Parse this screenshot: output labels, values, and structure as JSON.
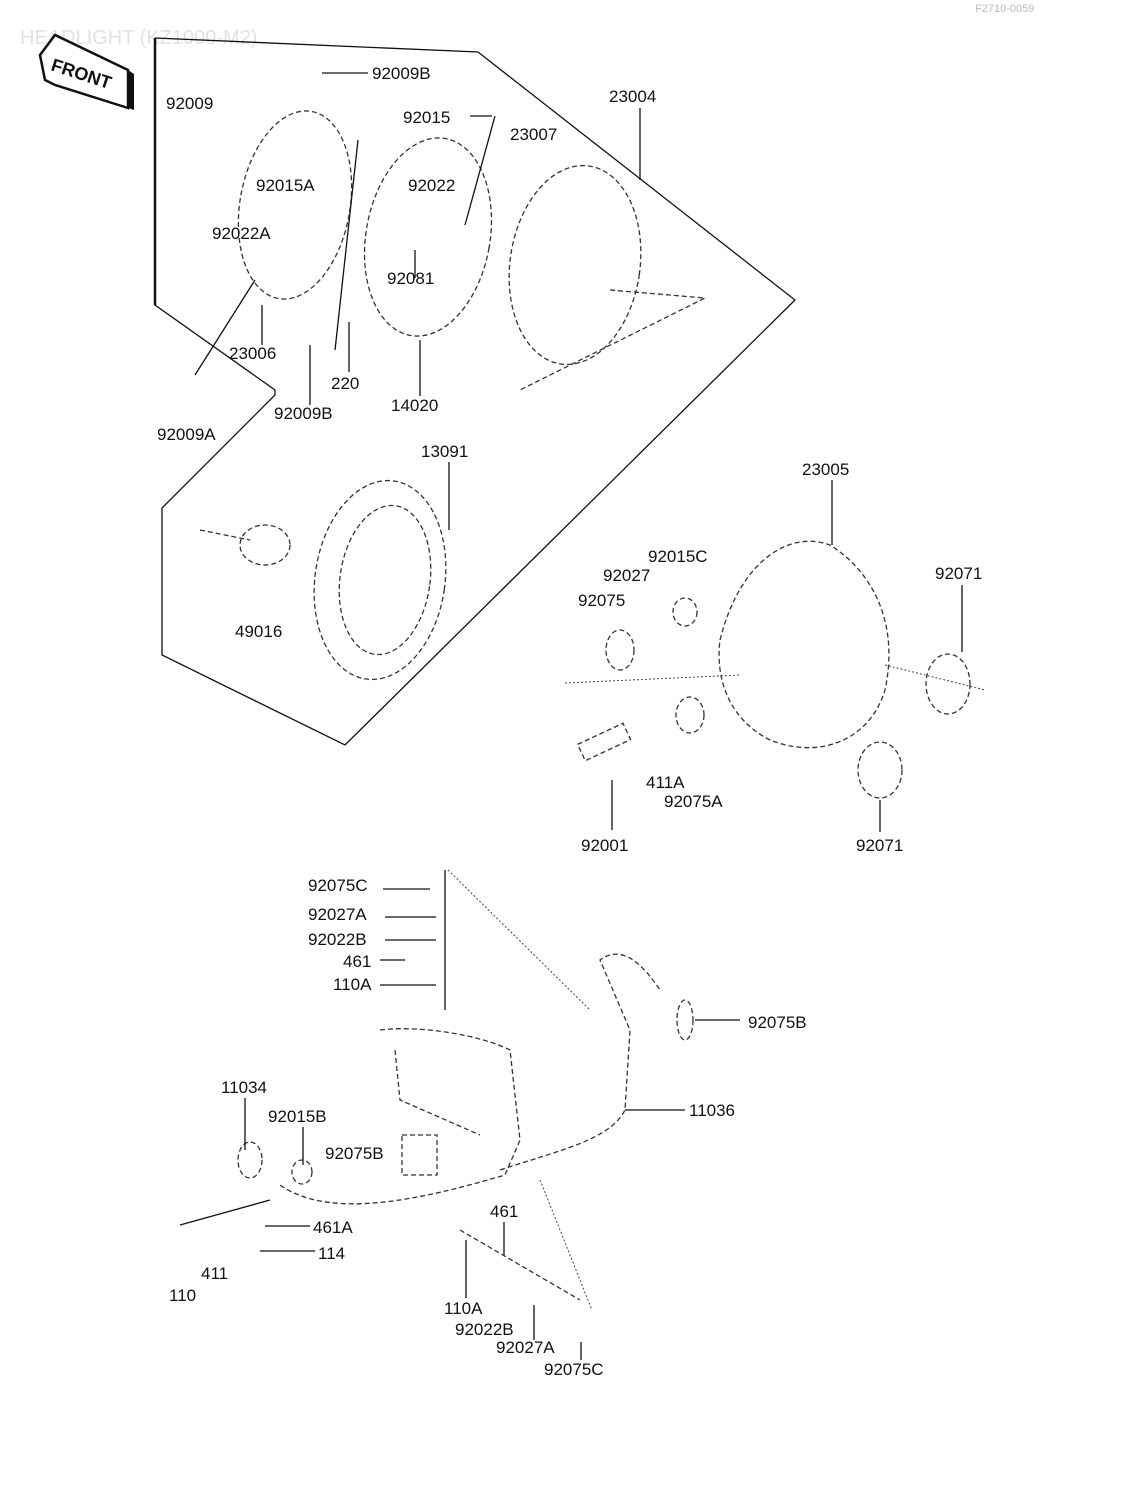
{
  "header": {
    "title": "HEADLIGHT (KZ1000-M2)",
    "code": "F2710-0059",
    "front_label": "FRONT"
  },
  "labels": [
    "92009B",
    "92009",
    "92015",
    "23004",
    "23007",
    "92015A",
    "92022",
    "92022A",
    "92081",
    "23006",
    "220",
    "14020",
    "92009B",
    "92009A",
    "13091",
    "23005",
    "92015C",
    "92071",
    "92027",
    "92075",
    "49016",
    "411A",
    "92075A",
    "92001",
    "92071",
    "92075C",
    "92027A",
    "92022B",
    "461",
    "110A",
    "92075B",
    "11034",
    "92015B",
    "11036",
    "92075B",
    "461",
    "461A",
    "114",
    "411",
    "110",
    "110A",
    "92022B",
    "92027A",
    "92075C"
  ]
}
